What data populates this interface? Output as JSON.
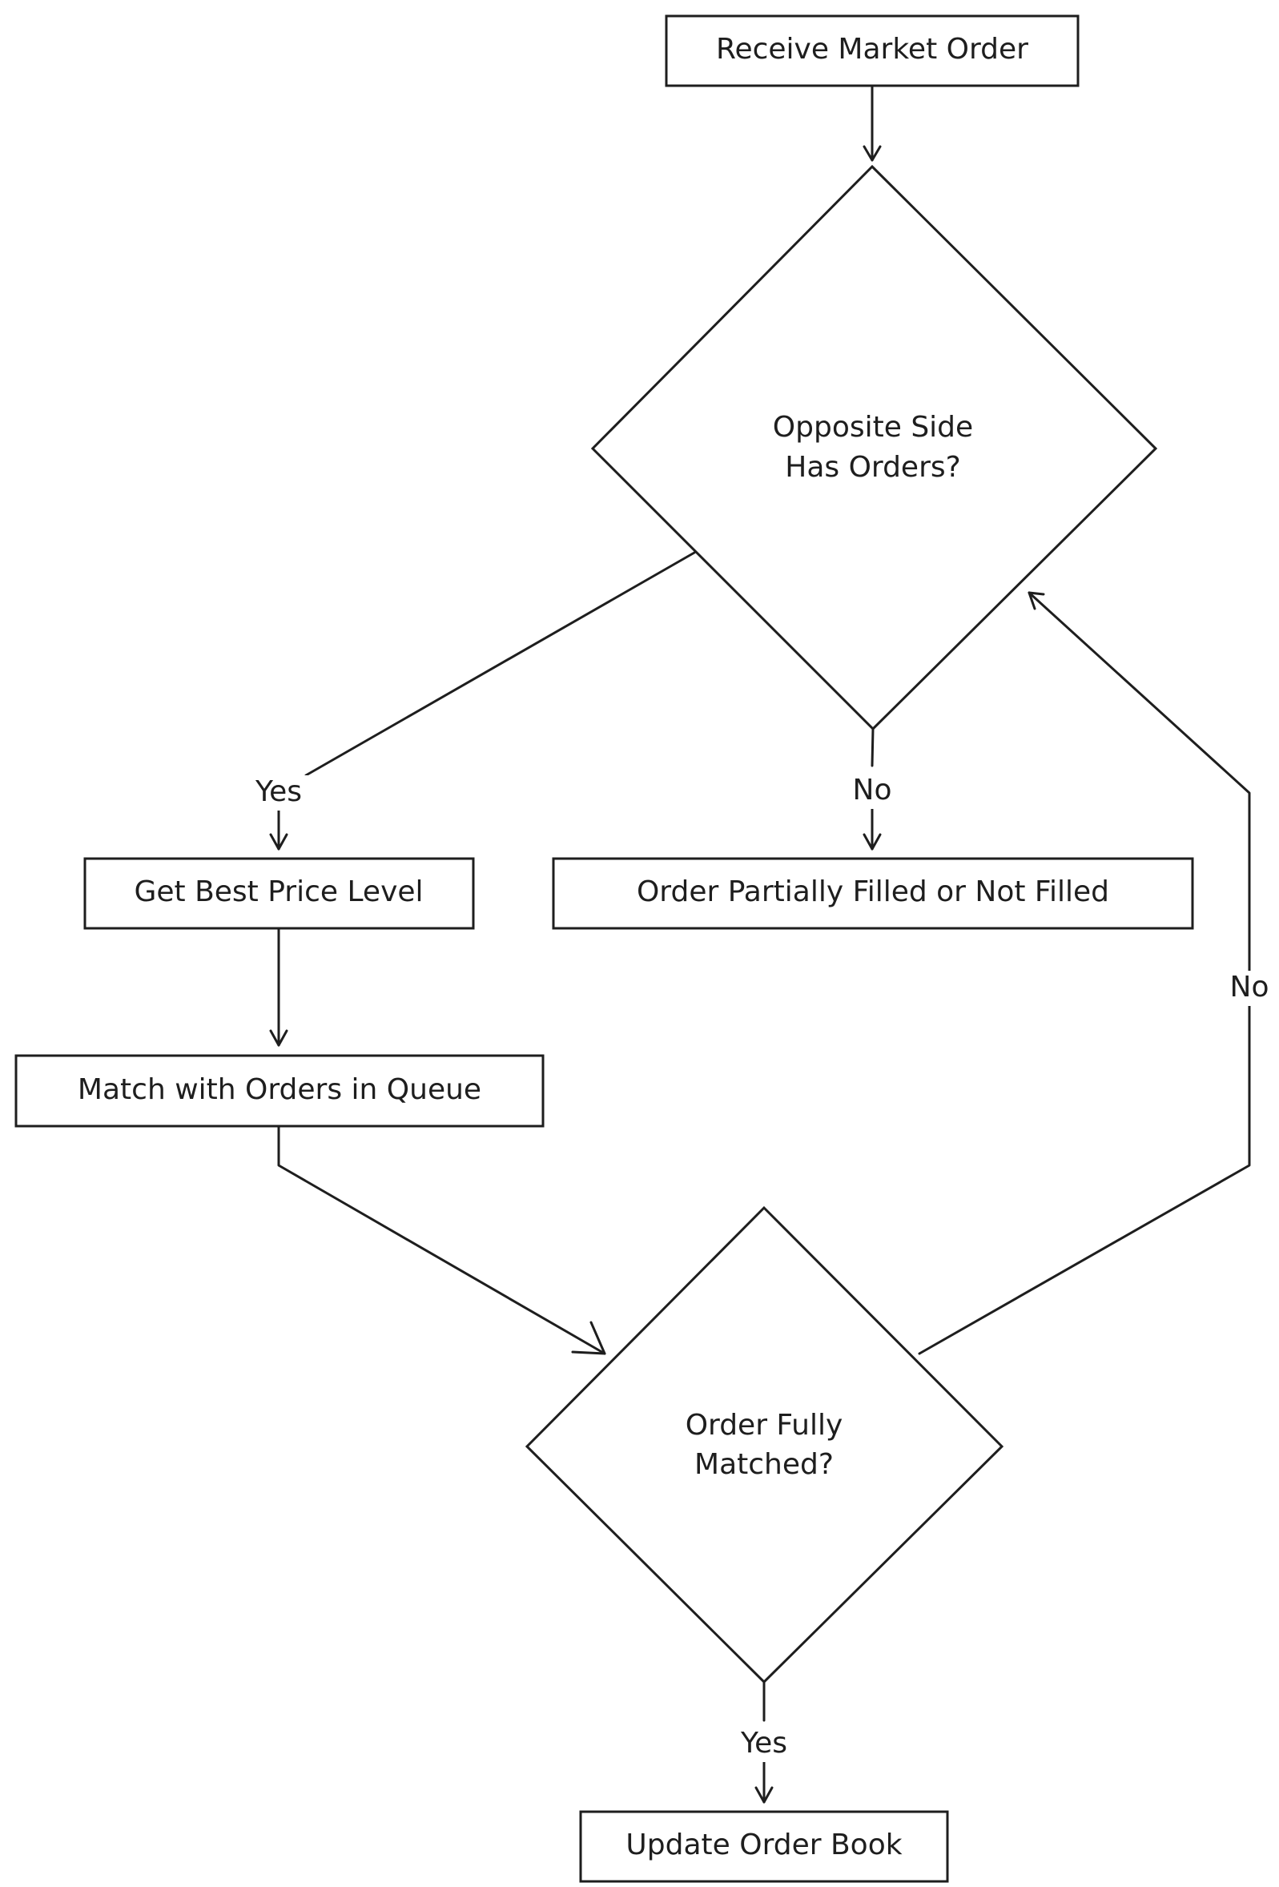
{
  "diagram": {
    "nodes": {
      "receive": {
        "label": "Receive Market Order"
      },
      "opposite": {
        "lines": [
          "Opposite Side",
          "Has Orders?"
        ]
      },
      "best_price": {
        "label": "Get Best Price Level"
      },
      "not_filled": {
        "label": "Order Partially Filled or Not Filled"
      },
      "match": {
        "label": "Match with Orders in Queue"
      },
      "fully": {
        "lines": [
          "Order Fully",
          "Matched?"
        ]
      },
      "update": {
        "label": "Update Order Book"
      }
    },
    "edges": {
      "opposite_yes": {
        "label": "Yes"
      },
      "opposite_no": {
        "label": "No"
      },
      "fully_no": {
        "label": "No"
      },
      "fully_yes": {
        "label": "Yes"
      }
    }
  }
}
